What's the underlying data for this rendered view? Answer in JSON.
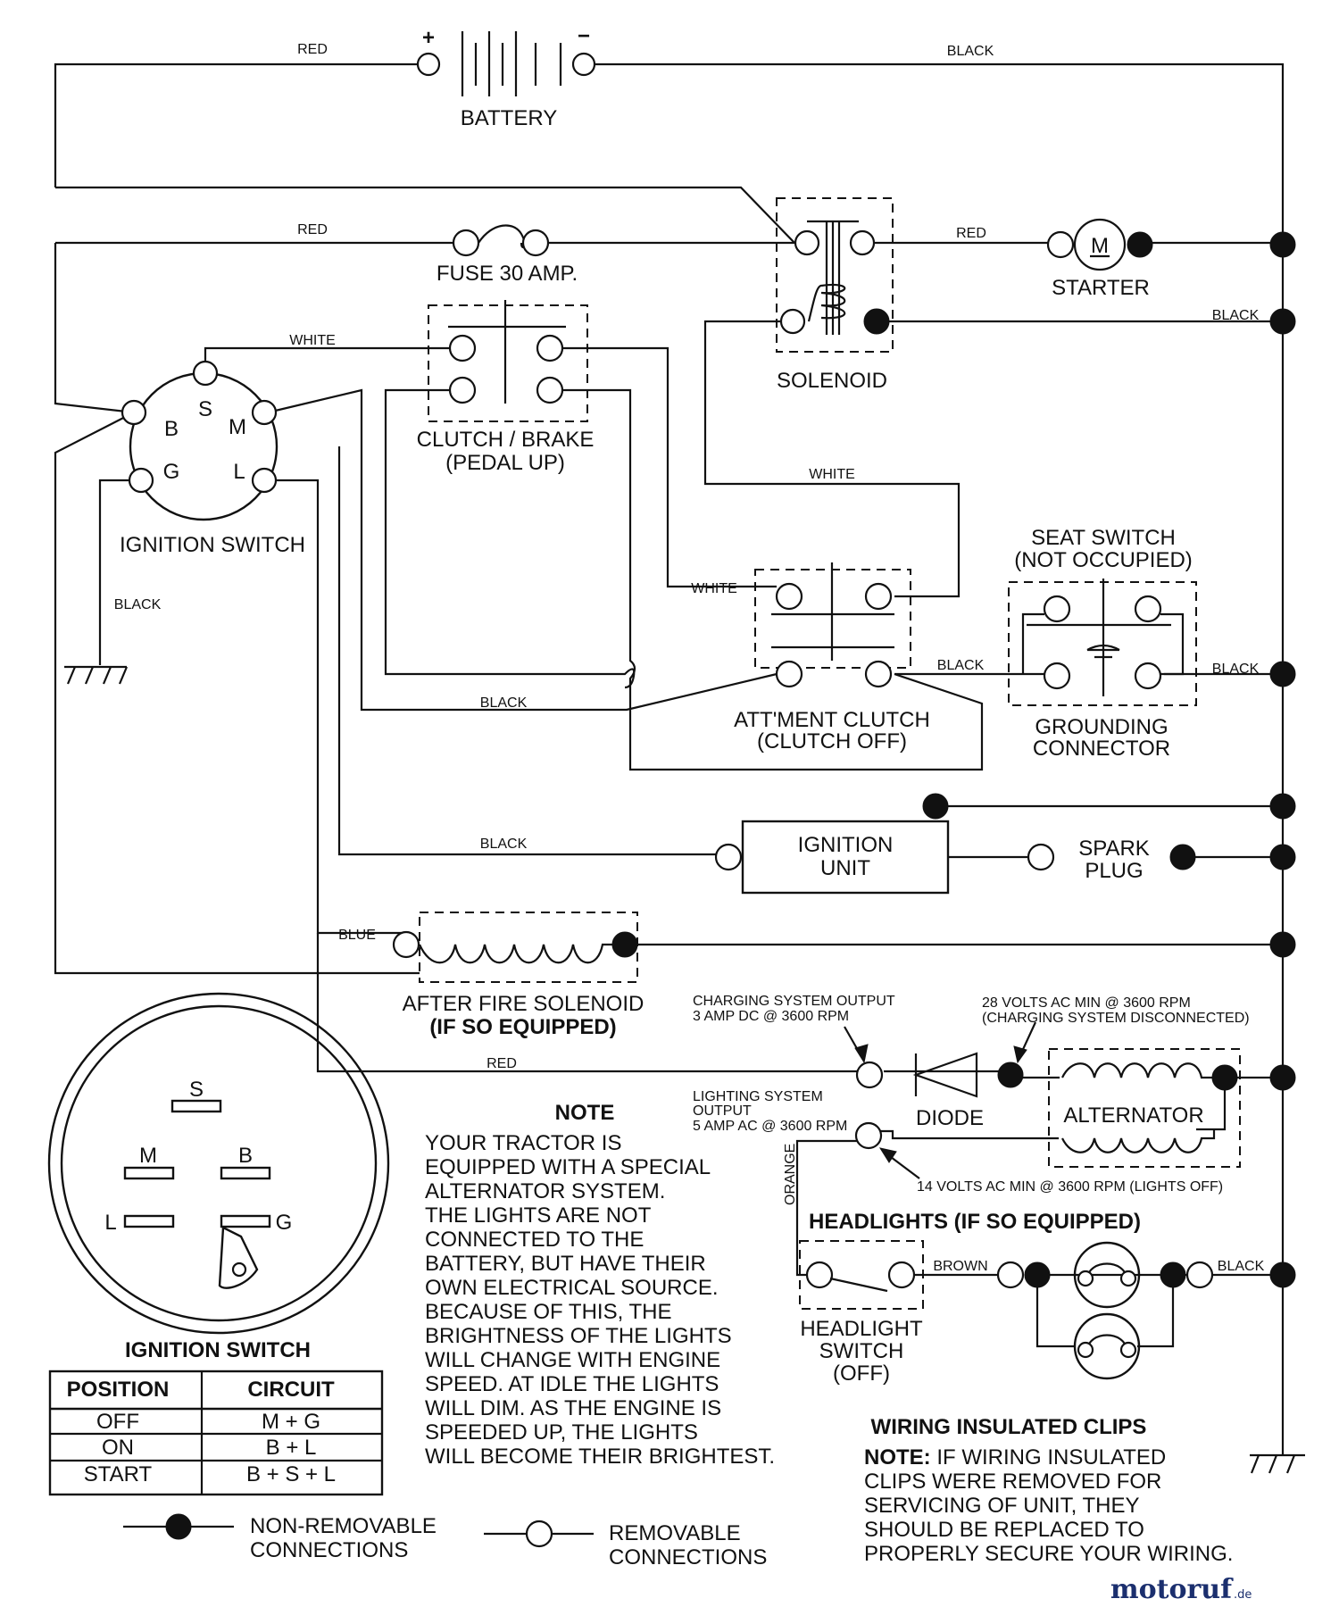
{
  "wire_colors": {
    "red": "RED",
    "black": "BLACK",
    "white": "WHITE",
    "blue": "BLUE",
    "brown": "BROWN",
    "orange": "ORANGE"
  },
  "components": {
    "battery": "BATTERY",
    "battery_plus": "+",
    "battery_minus": "−",
    "fuse": "FUSE 30 AMP.",
    "solenoid": "SOLENOID",
    "starter": "STARTER",
    "starter_motor_symbol": "M",
    "clutch_brake": [
      "CLUTCH / BRAKE",
      "(PEDAL UP)"
    ],
    "ignition_switch": "IGNITION SWITCH",
    "ignition_terminals": {
      "s": "S",
      "b": "B",
      "m": "M",
      "g": "G",
      "l": "L"
    },
    "seat_switch": [
      "SEAT SWITCH",
      "(NOT OCCUPIED)"
    ],
    "att_clutch": [
      "ATT'MENT CLUTCH",
      "(CLUTCH OFF)"
    ],
    "grounding_connector": [
      "GROUNDING",
      "CONNECTOR"
    ],
    "ignition_unit": [
      "IGNITION",
      "UNIT"
    ],
    "spark_plug": [
      "SPARK",
      "PLUG"
    ],
    "after_fire_solenoid": [
      "AFTER FIRE SOLENOID",
      "(IF SO EQUIPPED)"
    ],
    "charging_output": [
      "CHARGING SYSTEM OUTPUT",
      "3 AMP DC @ 3600 RPM"
    ],
    "volts_28": [
      "28 VOLTS AC MIN  @ 3600 RPM",
      "(CHARGING SYSTEM DISCONNECTED)"
    ],
    "diode": "DIODE",
    "alternator": "ALTERNATOR",
    "lighting_output": [
      "LIGHTING SYSTEM",
      "OUTPUT",
      "5 AMP AC @ 3600 RPM"
    ],
    "volts_14": "14 VOLTS AC MIN  @ 3600 RPM (LIGHTS OFF)",
    "headlights": "HEADLIGHTS (IF SO EQUIPPED)",
    "headlight_switch": [
      "HEADLIGHT",
      "SWITCH",
      "(OFF)"
    ]
  },
  "note": {
    "title": "NOTE",
    "lines": [
      "YOUR TRACTOR IS",
      "EQUIPPED WITH A SPECIAL",
      "ALTERNATOR SYSTEM.",
      "THE LIGHTS ARE NOT",
      "CONNECTED TO THE",
      "BATTERY, BUT HAVE THEIR",
      "OWN ELECTRICAL SOURCE.",
      "BECAUSE OF THIS, THE",
      "BRIGHTNESS OF THE LIGHTS",
      "WILL CHANGE WITH ENGINE",
      "SPEED.  AT IDLE THE LIGHTS",
      "WILL DIM.  AS THE ENGINE IS",
      "SPEEDED UP, THE LIGHTS",
      "WILL BECOME THEIR BRIGHTEST."
    ]
  },
  "ignition_detail": {
    "title": "IGNITION SWITCH",
    "terminals": {
      "s": "S",
      "m": "M",
      "b": "B",
      "l": "L",
      "g": "G"
    },
    "table": {
      "headers": [
        "POSITION",
        "CIRCUIT"
      ],
      "rows": [
        [
          "OFF",
          "M + G"
        ],
        [
          "ON",
          "B + L"
        ],
        [
          "START",
          "B + S + L"
        ]
      ]
    }
  },
  "legend": {
    "non_removable": [
      "NON-REMOVABLE",
      "CONNECTIONS"
    ],
    "removable": [
      "REMOVABLE",
      "CONNECTIONS"
    ]
  },
  "clips": {
    "title": "WIRING INSULATED CLIPS",
    "note_label": "NOTE:",
    "lines": [
      " IF WIRING INSULATED",
      "CLIPS WERE REMOVED FOR",
      "SERVICING OF UNIT, THEY",
      "SHOULD BE REPLACED TO",
      "PROPERLY SECURE YOUR WIRING."
    ]
  },
  "watermark": {
    "name": "motoruf",
    "suffix": ".de"
  }
}
